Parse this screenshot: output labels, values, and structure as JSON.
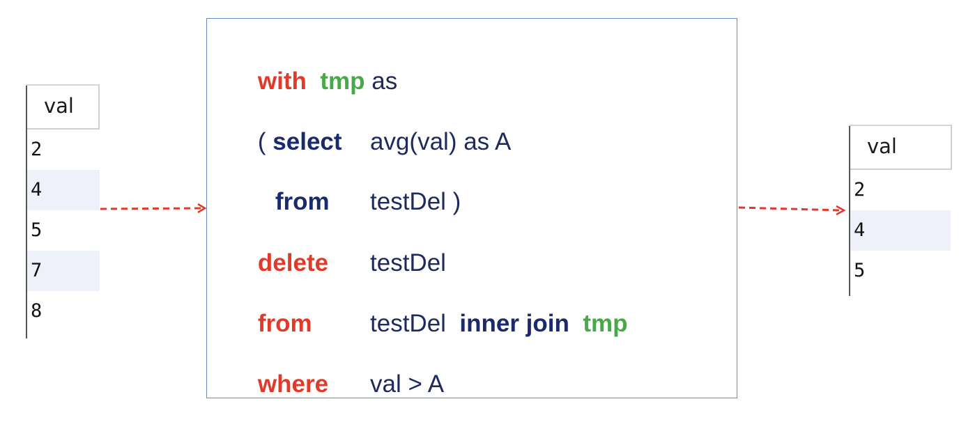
{
  "left_table": {
    "header": "val",
    "rows": [
      "2",
      "4",
      "5",
      "7",
      "8"
    ]
  },
  "right_table": {
    "header": "val",
    "rows": [
      "2",
      "4",
      "5"
    ]
  },
  "code": {
    "line1": {
      "kw": "with",
      "name": "tmp",
      "rest": "as"
    },
    "line2": {
      "paren": "(",
      "kw": "select",
      "rest": "avg(val) as A"
    },
    "line3": {
      "kw": "from",
      "rest": "testDel )"
    },
    "line4": {
      "kw": "delete",
      "rest": "testDel"
    },
    "line5": {
      "kw": "from",
      "rest": "testDel",
      "join": "inner join",
      "name": "tmp"
    },
    "line6": {
      "kw": "where",
      "rest": "val > A"
    }
  },
  "colors": {
    "keyword_red": "#e03a2a",
    "keyword_green": "#49a84a",
    "keyword_navy": "#1a2a6c",
    "arrow": "#e03a2a",
    "box_border": "#6a8bb8"
  }
}
